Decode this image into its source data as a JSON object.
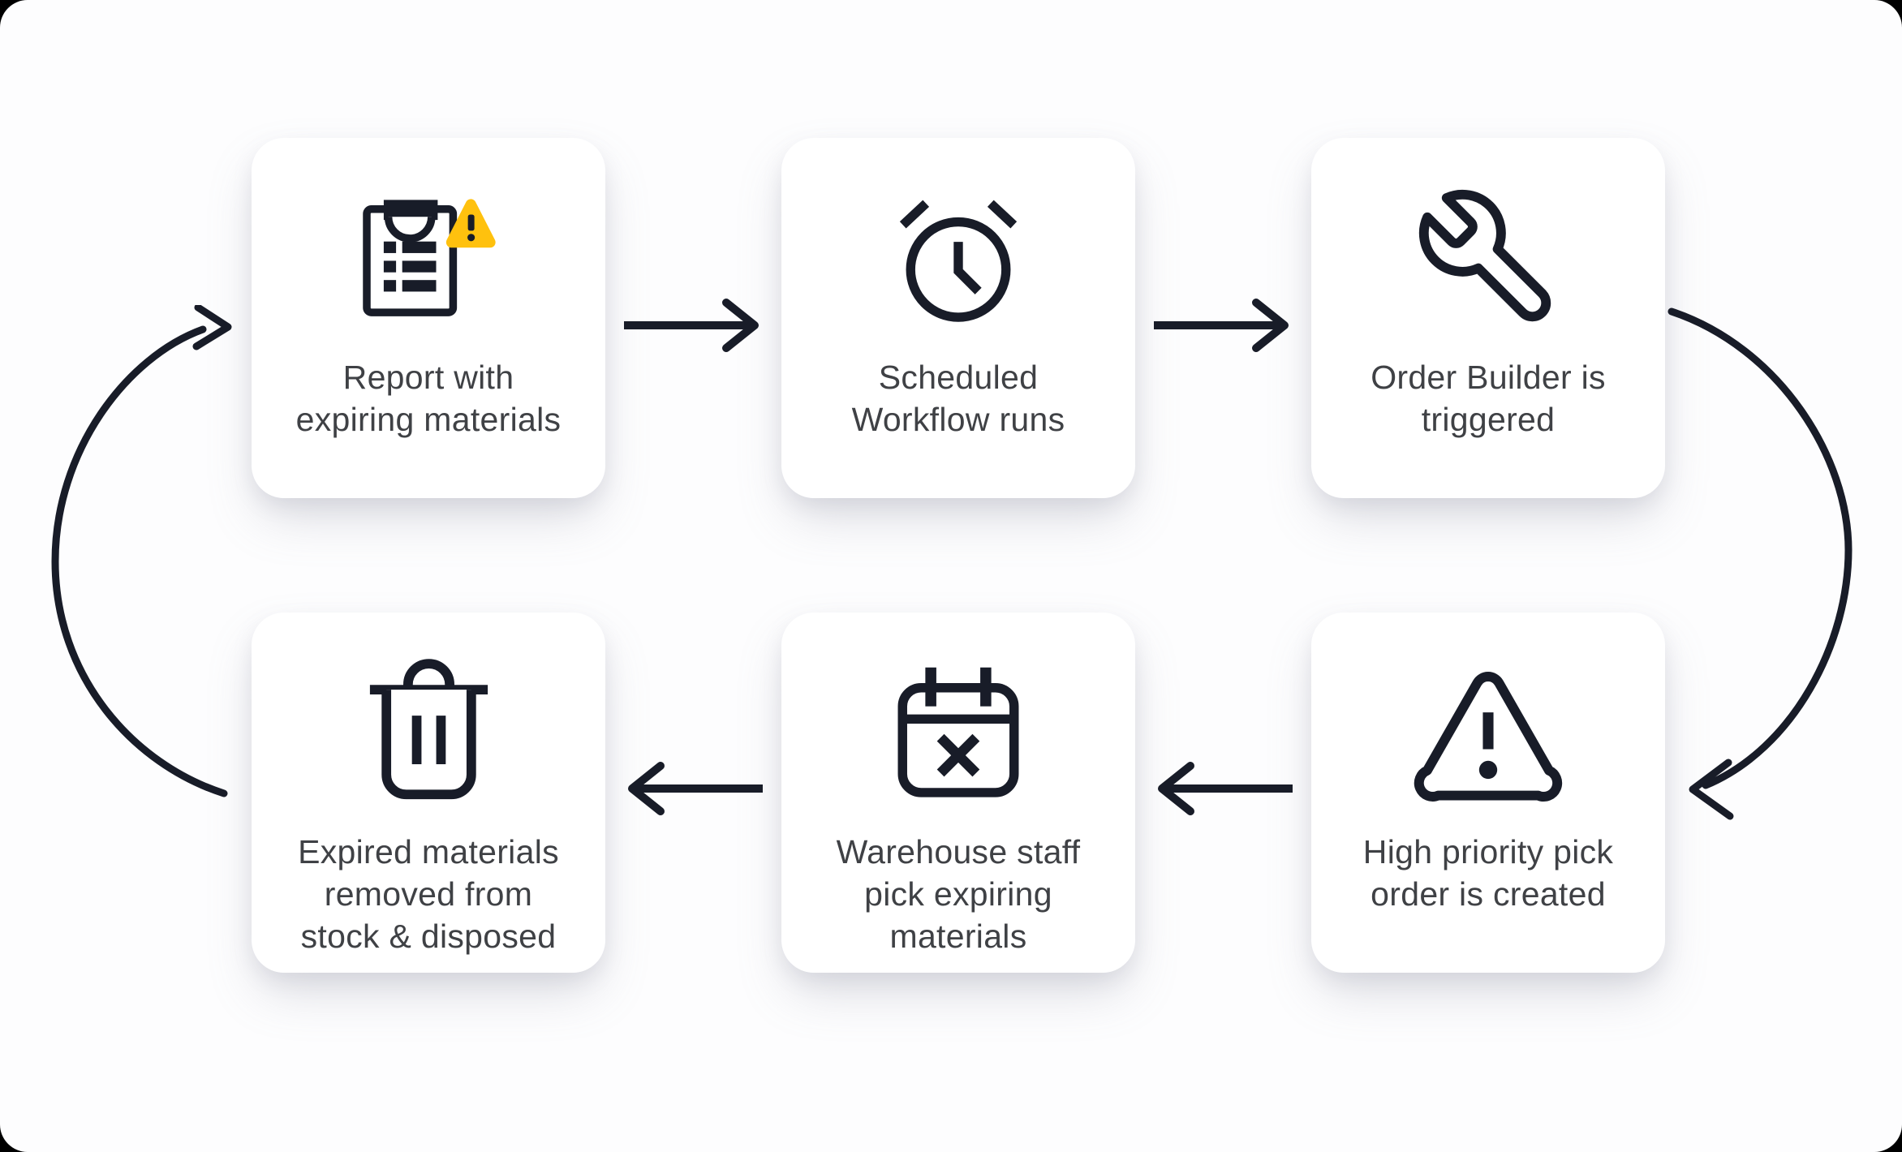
{
  "diagram": {
    "type": "cyclic-flowchart",
    "background": "#fdfdfe",
    "colors": {
      "icon_stroke": "#181c28",
      "warning_yellow": "#ffc10e",
      "label_text": "#3f4145",
      "card_background": "#ffffff"
    },
    "steps": [
      {
        "id": "report-expiring-materials",
        "label": "Report with\nexpiring materials",
        "icon": "clipboard-warning-icon"
      },
      {
        "id": "scheduled-workflow",
        "label": "Scheduled\nWorkflow runs",
        "icon": "alarm-clock-icon"
      },
      {
        "id": "order-builder",
        "label": "Order Builder is\ntriggered",
        "icon": "wrench-icon"
      },
      {
        "id": "high-priority-pick-order",
        "label": "High priority pick\norder is created",
        "icon": "warning-triangle-icon"
      },
      {
        "id": "warehouse-pick",
        "label": "Warehouse staff\npick expiring\nmaterials",
        "icon": "calendar-x-icon"
      },
      {
        "id": "expired-disposed",
        "label": "Expired materials\nremoved from\nstock & disposed",
        "icon": "trash-icon"
      }
    ],
    "connections": [
      {
        "from": "report-expiring-materials",
        "to": "scheduled-workflow",
        "style": "straight-right"
      },
      {
        "from": "scheduled-workflow",
        "to": "order-builder",
        "style": "straight-right"
      },
      {
        "from": "order-builder",
        "to": "high-priority-pick-order",
        "style": "curved-down-right"
      },
      {
        "from": "high-priority-pick-order",
        "to": "warehouse-pick",
        "style": "straight-left"
      },
      {
        "from": "warehouse-pick",
        "to": "expired-disposed",
        "style": "straight-left"
      },
      {
        "from": "expired-disposed",
        "to": "report-expiring-materials",
        "style": "curved-up-left"
      }
    ]
  }
}
